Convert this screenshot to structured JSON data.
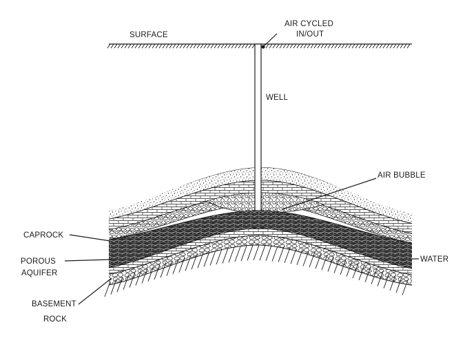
{
  "labels": {
    "surface": "SURFACE",
    "air_cycled_1": "AIR CYCLED",
    "air_cycled_2": "IN/OUT",
    "well": "WELL",
    "air_bubble": "AIR BUBBLE",
    "caprock": "CAPROCK",
    "porous_1": "POROUS",
    "porous_2": "AQUIFER",
    "water": "WATER",
    "basement_1": "BASEMENT",
    "basement_2": "ROCK"
  },
  "colors": {
    "ink": "#1a1a1a",
    "paper": "#ffffff"
  }
}
